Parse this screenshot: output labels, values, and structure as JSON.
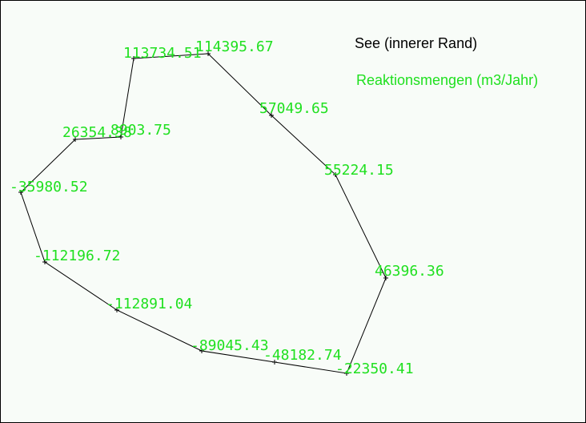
{
  "legend": {
    "title": "See (innerer Rand)",
    "subtitle": "Reaktionsmengen (m3/Jahr)"
  },
  "colors": {
    "outline": "#000000",
    "labels": "#20e020",
    "background": "#f8fcf8"
  },
  "nodes": [
    {
      "label": "113734.51"
    },
    {
      "label": "114395.67"
    },
    {
      "label": "57049.65"
    },
    {
      "label": "55224.15"
    },
    {
      "label": "46396.36"
    },
    {
      "label": "-22350.41"
    },
    {
      "label": "-48182.74"
    },
    {
      "label": "-89045.43"
    },
    {
      "label": "-112891.04"
    },
    {
      "label": "-112196.72"
    },
    {
      "label": "-35980.52"
    },
    {
      "label": "26354.38"
    },
    {
      "label": "8903.75"
    }
  ]
}
